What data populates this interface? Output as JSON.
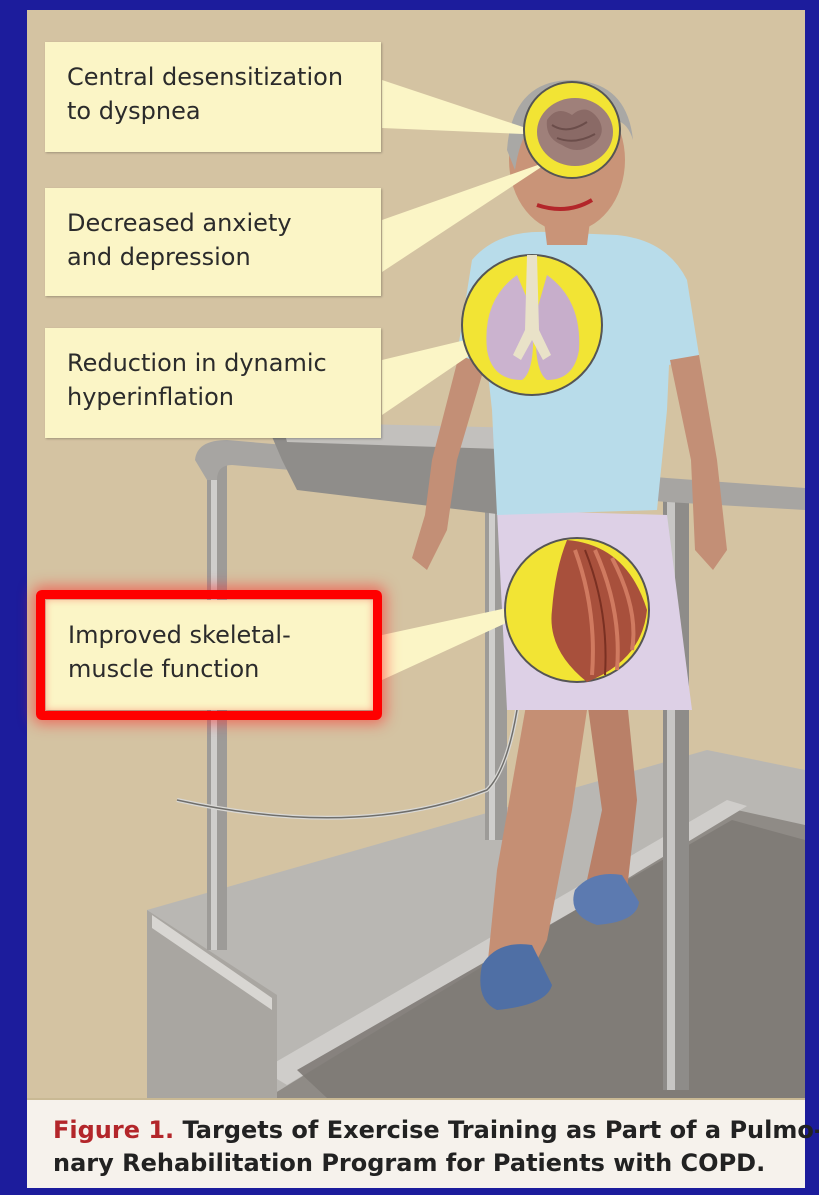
{
  "callouts": [
    {
      "lines": [
        "Central desensitization",
        "to dyspnea"
      ]
    },
    {
      "lines": [
        "Decreased anxiety",
        "and depression"
      ]
    },
    {
      "lines": [
        "Reduction in dynamic",
        "hyperinflation"
      ]
    },
    {
      "lines": [
        "Improved skeletal-",
        "muscle function"
      ]
    }
  ],
  "caption": {
    "label": "Figure 1.",
    "line1_rest": " Targets of Exercise Training as Part of a Pulmo-",
    "line2": "nary Rehabilitation Program for Patients with COPD."
  },
  "colors": {
    "background": "#1c1c9c",
    "panel": "#d4c3a2",
    "callout_fill": "#fbf5c6",
    "highlight": "#ff0000",
    "caption_label": "#b3262a",
    "inset_ring": "#f2e434"
  }
}
